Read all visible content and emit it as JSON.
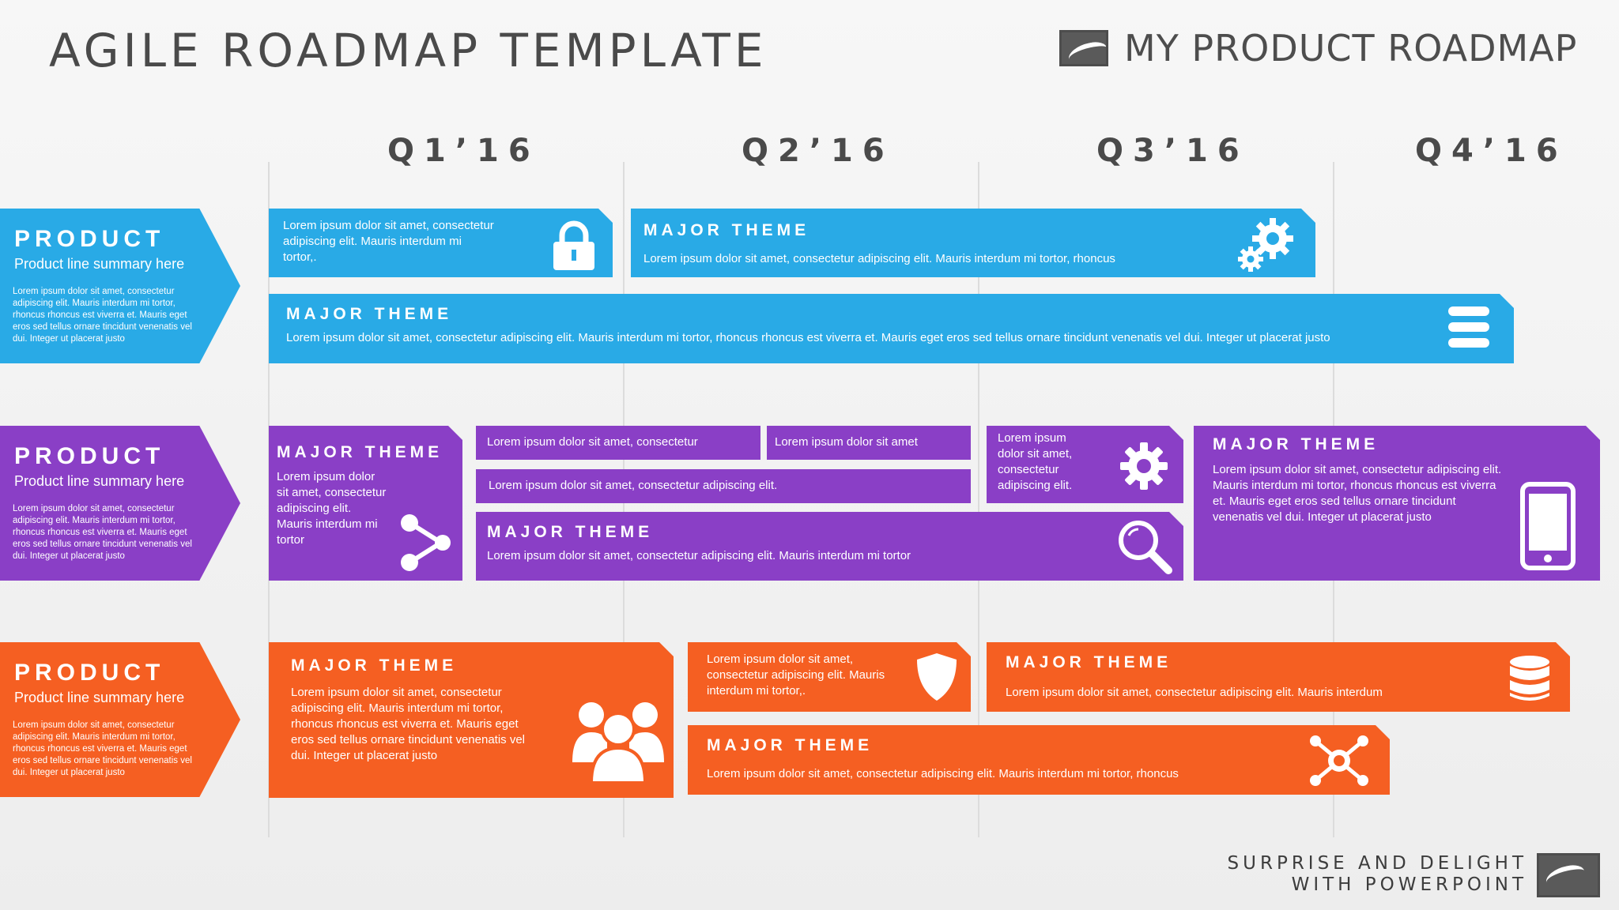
{
  "header": {
    "title": "AGILE ROADMAP TEMPLATE",
    "brand": "MY PRODUCT  ROADMAP"
  },
  "quarters": [
    "Q1’16",
    "Q2’16",
    "Q3’16",
    "Q4’16"
  ],
  "products": [
    {
      "title": "PRODUCT",
      "summary": "Product line summary here",
      "body": "Lorem ipsum dolor sit amet, consectetur adipiscing elit. Mauris interdum mi tortor, rhoncus rhoncus est viverra et. Mauris eget eros sed tellus ornare tincidunt venenatis vel dui. Integer ut placerat justo"
    },
    {
      "title": "PRODUCT",
      "summary": "Product line summary here",
      "body": "Lorem ipsum dolor sit amet, consectetur adipiscing elit. Mauris interdum mi tortor, rhoncus rhoncus est viverra et. Mauris eget eros sed tellus ornare tincidunt venenatis vel dui. Integer ut placerat justo"
    },
    {
      "title": "PRODUCT",
      "summary": "Product line summary here",
      "body": "Lorem ipsum dolor sit amet, consectetur adipiscing elit. Mauris interdum mi tortor, rhoncus rhoncus est viverra et. Mauris eget eros sed tellus ornare tincidunt venenatis vel dui. Integer ut placerat justo"
    }
  ],
  "row1": {
    "a": {
      "text": "Lorem ipsum dolor sit amet, consectetur adipiscing elit. Mauris interdum mi tortor,."
    },
    "b": {
      "theme": "MAJOR THEME",
      "text": "Lorem ipsum dolor sit amet, consectetur adipiscing elit. Mauris interdum mi tortor, rhoncus"
    },
    "c": {
      "theme": "MAJOR THEME",
      "text": "Lorem ipsum dolor sit amet, consectetur adipiscing elit. Mauris interdum mi tortor, rhoncus rhoncus est viverra et. Mauris eget eros sed tellus ornare tincidunt venenatis vel dui. Integer ut placerat justo"
    }
  },
  "row2": {
    "a": {
      "theme": "MAJOR THEME",
      "text": "Lorem ipsum dolor sit amet, consectetur adipiscing elit. Mauris interdum mi tortor"
    },
    "b": {
      "text": "Lorem ipsum dolor sit amet, consectetur"
    },
    "c": {
      "text": "Lorem ipsum dolor sit amet"
    },
    "d": {
      "text": "Lorem ipsum dolor sit amet, consectetur adipiscing elit."
    },
    "e": {
      "theme": "MAJOR THEME",
      "text": "Lorem ipsum dolor sit amet, consectetur adipiscing elit. Mauris interdum mi tortor"
    },
    "f": {
      "text": "Lorem ipsum dolor sit amet, consectetur adipiscing elit."
    },
    "g": {
      "theme": "MAJOR THEME",
      "text": "Lorem ipsum dolor sit amet, consectetur adipiscing elit. Mauris interdum mi tortor, rhoncus rhoncus est viverra et. Mauris eget eros sed tellus ornare tincidunt venenatis vel dui. Integer ut placerat justo"
    }
  },
  "row3": {
    "a": {
      "theme": "MAJOR THEME",
      "text": "Lorem ipsum dolor sit amet, consectetur adipiscing elit. Mauris interdum mi tortor, rhoncus rhoncus est viverra et. Mauris eget eros sed tellus ornare tincidunt venenatis vel dui. Integer ut placerat justo"
    },
    "b": {
      "text": "Lorem ipsum dolor sit amet, consectetur adipiscing elit. Mauris interdum mi tortor,."
    },
    "c": {
      "theme": "MAJOR THEME",
      "text": "Lorem ipsum dolor sit amet, consectetur adipiscing elit. Mauris interdum"
    },
    "d": {
      "theme": "MAJOR THEME",
      "text": "Lorem ipsum dolor sit amet, consectetur adipiscing elit. Mauris interdum mi tortor, rhoncus"
    }
  },
  "footer": {
    "line1": "SURPRISE AND DELIGHT",
    "line2": "WITH POWERPOINT"
  },
  "colors": {
    "blue": "#29aae6",
    "purple": "#8a3fc6",
    "orange": "#f55f22"
  },
  "icons": [
    "lock-icon",
    "gears-icon",
    "menu-icon",
    "share-icon",
    "gear-icon",
    "search-icon",
    "phone-icon",
    "users-icon",
    "shield-icon",
    "database-icon",
    "network-icon"
  ]
}
